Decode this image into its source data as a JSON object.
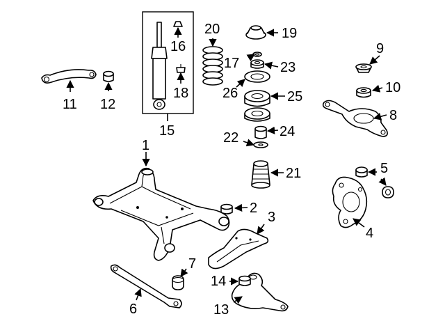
{
  "callouts": [
    {
      "id": "1",
      "text": "1"
    },
    {
      "id": "2",
      "text": "2"
    },
    {
      "id": "3",
      "text": "3"
    },
    {
      "id": "4",
      "text": "4"
    },
    {
      "id": "5",
      "text": "5"
    },
    {
      "id": "6",
      "text": "6"
    },
    {
      "id": "7",
      "text": "7"
    },
    {
      "id": "8",
      "text": "8"
    },
    {
      "id": "9",
      "text": "9"
    },
    {
      "id": "10",
      "text": "10"
    },
    {
      "id": "11",
      "text": "11"
    },
    {
      "id": "12",
      "text": "12"
    },
    {
      "id": "13",
      "text": "13"
    },
    {
      "id": "14",
      "text": "14"
    },
    {
      "id": "15",
      "text": "15"
    },
    {
      "id": "16",
      "text": "16"
    },
    {
      "id": "17",
      "text": "17"
    },
    {
      "id": "18",
      "text": "18"
    },
    {
      "id": "19",
      "text": "19"
    },
    {
      "id": "20",
      "text": "20"
    },
    {
      "id": "21",
      "text": "21"
    },
    {
      "id": "22",
      "text": "22"
    },
    {
      "id": "23",
      "text": "23"
    },
    {
      "id": "24",
      "text": "24"
    },
    {
      "id": "25",
      "text": "25"
    },
    {
      "id": "26",
      "text": "26"
    }
  ]
}
